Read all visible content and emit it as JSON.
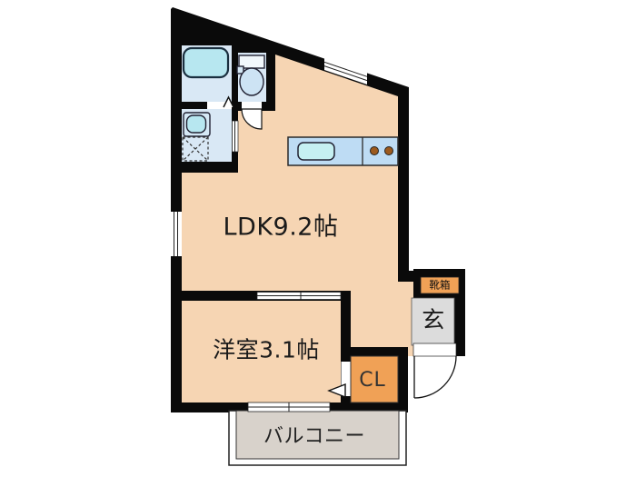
{
  "floorplan": {
    "rooms": {
      "ldk": {
        "label": "LDK9.2帖"
      },
      "western_room": {
        "label": "洋室3.1帖"
      },
      "closet": {
        "label": "CL"
      },
      "balcony": {
        "label": "バルコニー"
      },
      "entrance": {
        "label": "玄"
      },
      "shoe_box": {
        "label": "靴箱"
      }
    },
    "fixtures": [
      "bathtub",
      "toilet",
      "washbasin",
      "washing-machine-pan",
      "kitchen-counter",
      "kitchen-sink",
      "stove-burners",
      "shoe-cabinet"
    ],
    "colors": {
      "wall": "#0a0a0a",
      "room_fill": "#f6d5b3",
      "wet_area_fill": "#d9e8f5",
      "fixture_fill": "#b7e7f0",
      "fixture_light_fill": "#d5e8f5",
      "kitchen_counter_fill": "#bedcf4",
      "sink_fill": "#c6f0f2",
      "burner": "#9c5a1e",
      "closet_fill": "#f0a156",
      "entrance_fill": "#dcdcdc",
      "balcony_fill": "#d8d2cb",
      "toilet_bowl_fill": "#cde3f4",
      "toilet_tank_fill": "#f2f8fc",
      "label_text": "#1a1a1a"
    }
  }
}
